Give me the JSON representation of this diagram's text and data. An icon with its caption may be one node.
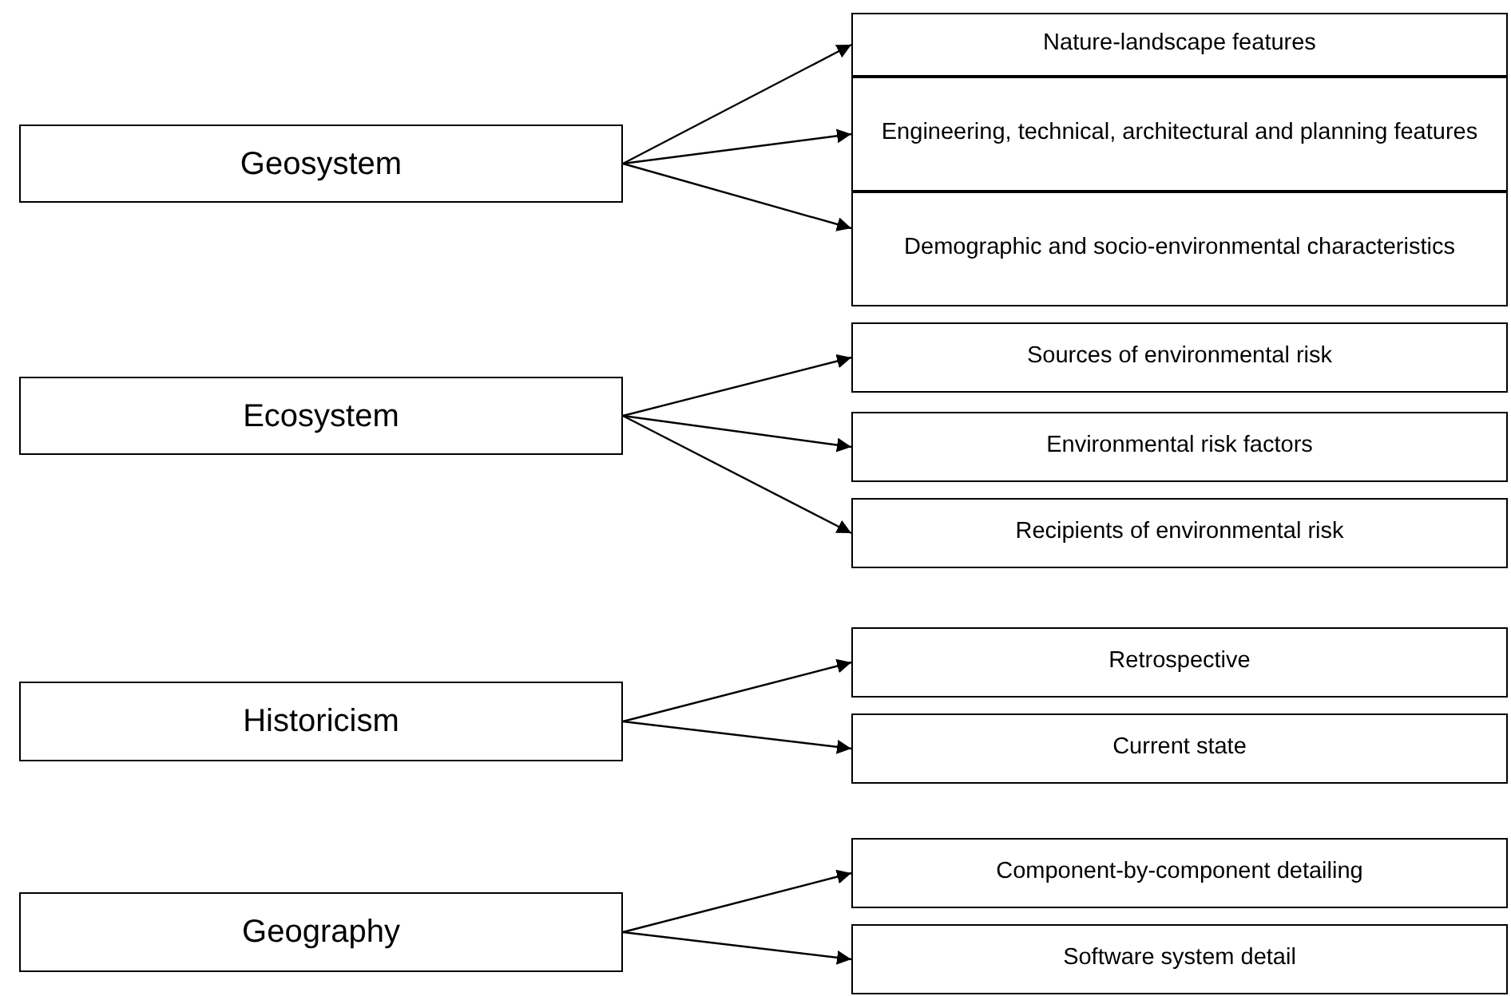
{
  "diagram": {
    "nodes": [
      {
        "text": [
          "Geosystem"
        ]
      },
      {
        "text": [
          "Nature-landscape features"
        ]
      },
      {
        "text": [
          "Engineering, technical, architectural and planning features"
        ]
      },
      {
        "text": [
          "Demographic and socio-environmental characteristics"
        ]
      },
      {
        "text": [
          "Ecosystem"
        ]
      },
      {
        "text": [
          "Sources of environmental risk"
        ]
      },
      {
        "text": [
          "Environmental risk factors"
        ]
      },
      {
        "text": [
          "Recipients of environmental risk"
        ]
      },
      {
        "text": [
          "Historicism"
        ]
      },
      {
        "text": [
          "Retrospective"
        ]
      },
      {
        "text": [
          "Current state"
        ]
      },
      {
        "text": [
          "Geography"
        ]
      },
      {
        "text": [
          "Component-by-component detailing"
        ]
      },
      {
        "text": [
          "Software system detail"
        ]
      }
    ],
    "edges": [
      {
        "from": 0,
        "to": 1,
        "arrow": "to"
      },
      {
        "from": 0,
        "to": 2,
        "arrow": "to"
      },
      {
        "from": 0,
        "to": 3,
        "arrow": "to"
      },
      {
        "from": 4,
        "to": 5,
        "arrow": "to"
      },
      {
        "from": 4,
        "to": 6,
        "arrow": "to"
      },
      {
        "from": 4,
        "to": 7,
        "arrow": "to"
      },
      {
        "from": 8,
        "to": 9,
        "arrow": "to"
      },
      {
        "from": 8,
        "to": 10,
        "arrow": "to"
      },
      {
        "from": 11,
        "to": 12,
        "arrow": "to"
      },
      {
        "from": 11,
        "to": 13,
        "arrow": "to"
      }
    ]
  }
}
